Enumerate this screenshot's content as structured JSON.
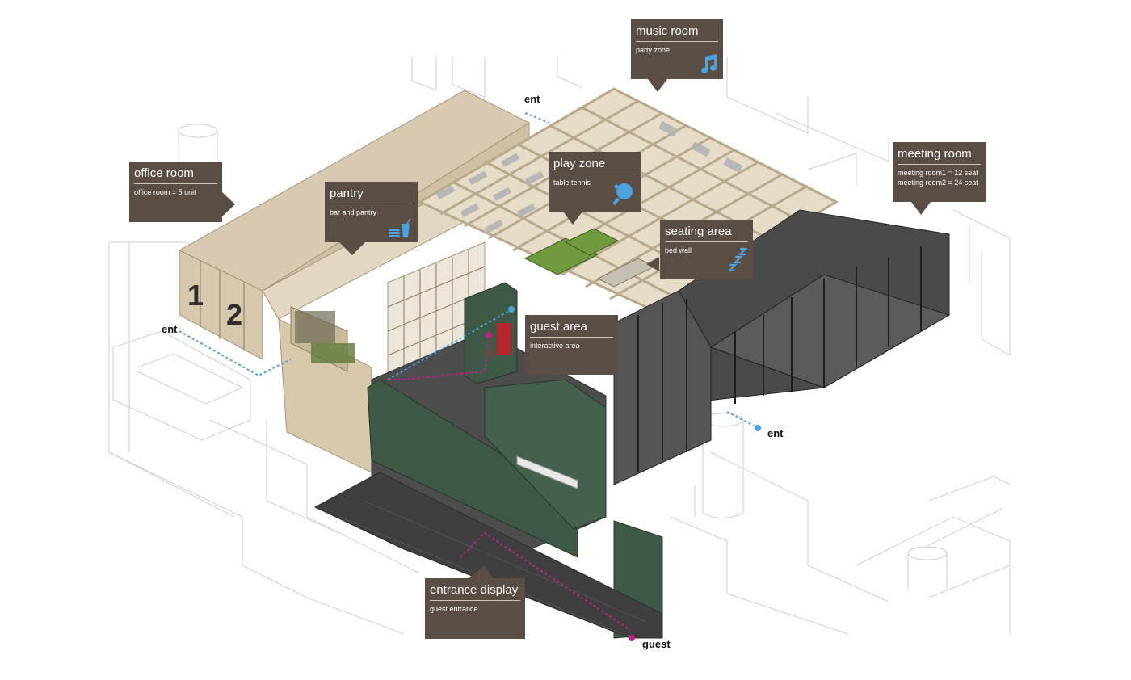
{
  "labels": {
    "music_room": {
      "title": "music room",
      "sub": "party zone",
      "icon": "music-note-icon"
    },
    "office_room": {
      "title": "office room",
      "sub": "office room = 5 unit"
    },
    "pantry": {
      "title": "pantry",
      "sub": "bar and pantry",
      "icon": "burger-drink-icon"
    },
    "play_zone": {
      "title": "play zone",
      "sub": "table tennis",
      "icon": "ping-pong-paddle-icon"
    },
    "seating_area": {
      "title": "seating area",
      "sub": "bed wall",
      "icon": "sleep-zzz-icon"
    },
    "meeting_room": {
      "title": "meeting room",
      "sub1": "meeting room1 = 12 seat",
      "sub2": "meeting room2 = 24 seat"
    },
    "guest_area": {
      "title": "guest area",
      "sub": "interactive area"
    },
    "entrance_display": {
      "title": "entrance display",
      "sub": "guest entrance"
    }
  },
  "entrances": {
    "top": "ent",
    "left": "ent",
    "right": "ent",
    "guest": "guest"
  },
  "office_numbers": {
    "first": "1",
    "second": "2"
  },
  "colors": {
    "label_bg": "#5a4d44",
    "icon_blue": "#4aa3df",
    "ent_blue": "#4aa3df",
    "guest_magenta": "#c0208c"
  }
}
